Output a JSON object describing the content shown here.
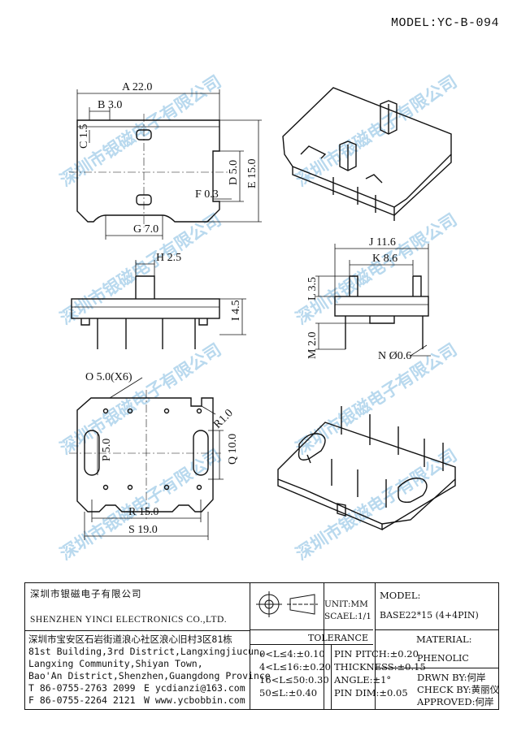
{
  "header": {
    "model": "MODEL:YC-B-094"
  },
  "watermark": {
    "text": "深圳市银磁电子有限公司"
  },
  "dimensions": {
    "A": "A 22.0",
    "B": "B 3.0",
    "C": "C 1.5",
    "D": "D 5.0",
    "E": "E 15.0",
    "F": "F 0.3",
    "G": "G 7.0",
    "H": "H 2.5",
    "I": "I 4.5",
    "J": "J 11.6",
    "K": "K 8.6",
    "L": "L 3.5",
    "M": "M 2.0",
    "N": "N Ø0.6",
    "O": "O 5.0(X6)",
    "P": "P 5.0",
    "Q": "Q 10.0",
    "R": "R 15.0",
    "S": "S 19.0",
    "R1": "R1.0"
  },
  "company": {
    "cn_name": "深圳市银磁电子有限公司",
    "en_name": "SHENZHEN YINCI ELECTRONICS CO.,LTD.",
    "address": [
      "深圳市宝安区石岩街道浪心社区浪心旧村3区81栋",
      "81st Building,3rd District,Langxingjiucun,",
      "Langxing Community,Shiyan Town,",
      "Bao'An District,Shenzhen,Guangdong Province"
    ],
    "tel": "T 86-0755-2763 2099",
    "email": "E ycdianzi@163.com",
    "fax": "F 86-0755-2264 2121",
    "web": "W www.ycbobbin.com"
  },
  "title_block": {
    "unit": "UNIT:MM",
    "scale": "SCAEL:1/1",
    "model_label": "MODEL:",
    "model_value": "BASE22*15 (4+4PIN)",
    "tolerance_label": "TOLERANCE",
    "tolerances": [
      "0<L≤4:±0.10",
      "4<L≤16:±0.20",
      "16<L≤50:0.30",
      "50≤L:±0.40"
    ],
    "specs": [
      "PIN PITCH:±0.20",
      "THICKNESS:±0.15",
      "ANGLE:±1°",
      "PIN DIM:±0.05"
    ],
    "material_label": "MATERIAL:",
    "material_value": "PHENOLIC",
    "drawn": "DRWN BY:何岸",
    "checked": "CHECK BY:黄丽仪",
    "approved": "APPROVED:何岸"
  }
}
